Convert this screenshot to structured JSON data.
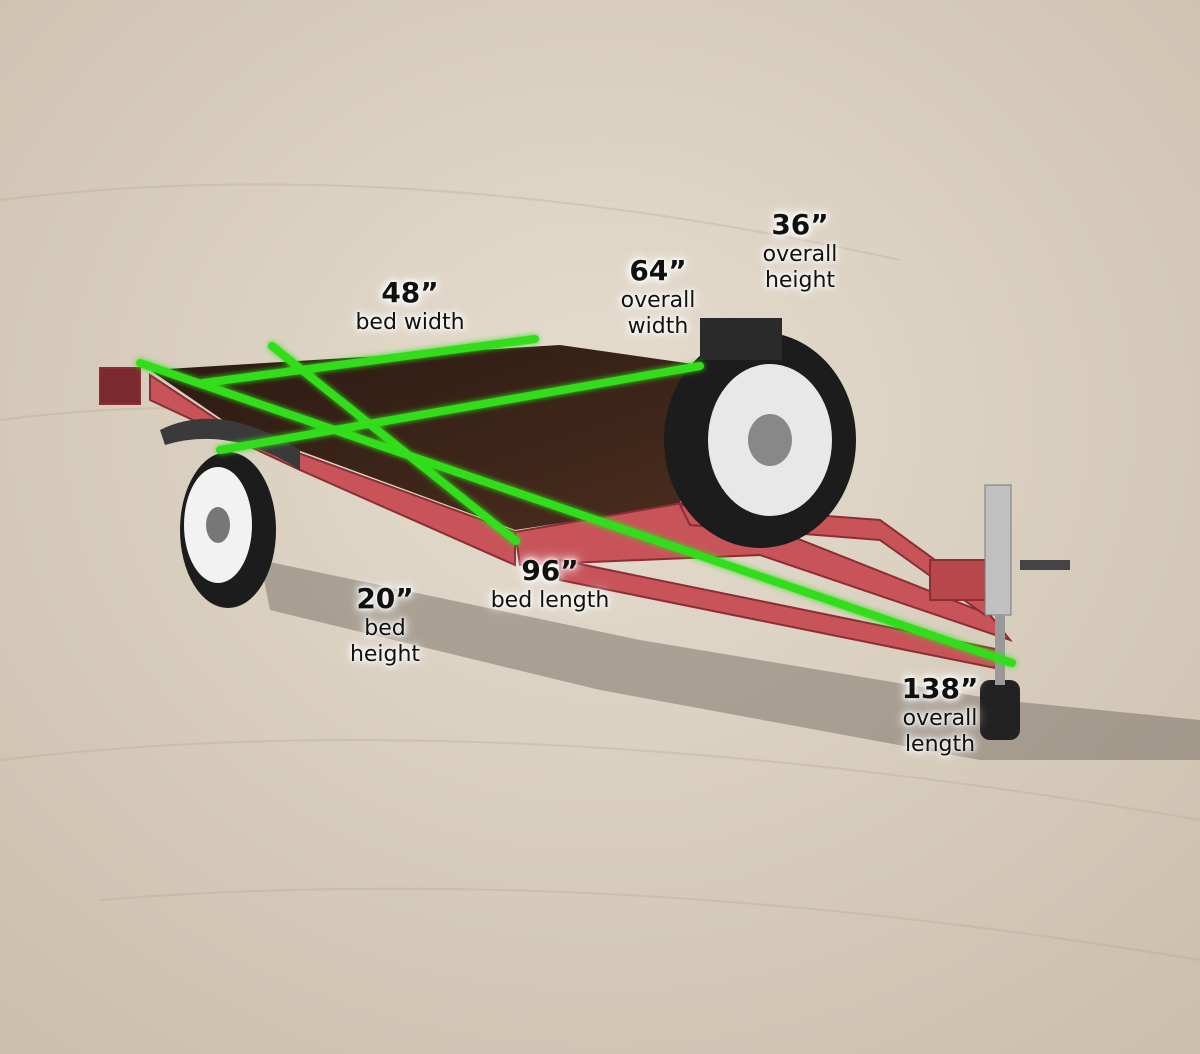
{
  "measurements": {
    "bed_width": {
      "value": "48”",
      "lines": [
        "bed width"
      ]
    },
    "overall_width": {
      "value": "64”",
      "lines": [
        "overall",
        "width"
      ]
    },
    "overall_height": {
      "value": "36”",
      "lines": [
        "overall",
        "height"
      ]
    },
    "bed_height": {
      "value": "20”",
      "lines": [
        "bed",
        "height"
      ]
    },
    "bed_length": {
      "value": "96”",
      "lines": [
        "bed length"
      ]
    },
    "overall_length": {
      "value": "138”",
      "lines": [
        "overall",
        "length"
      ]
    }
  },
  "colors": {
    "measure_line": "#33dd1a",
    "trailer_frame": "#c8545a",
    "deck": "#3a2419",
    "tire": "#1c1c1c",
    "ground": "#d8cfc0"
  }
}
